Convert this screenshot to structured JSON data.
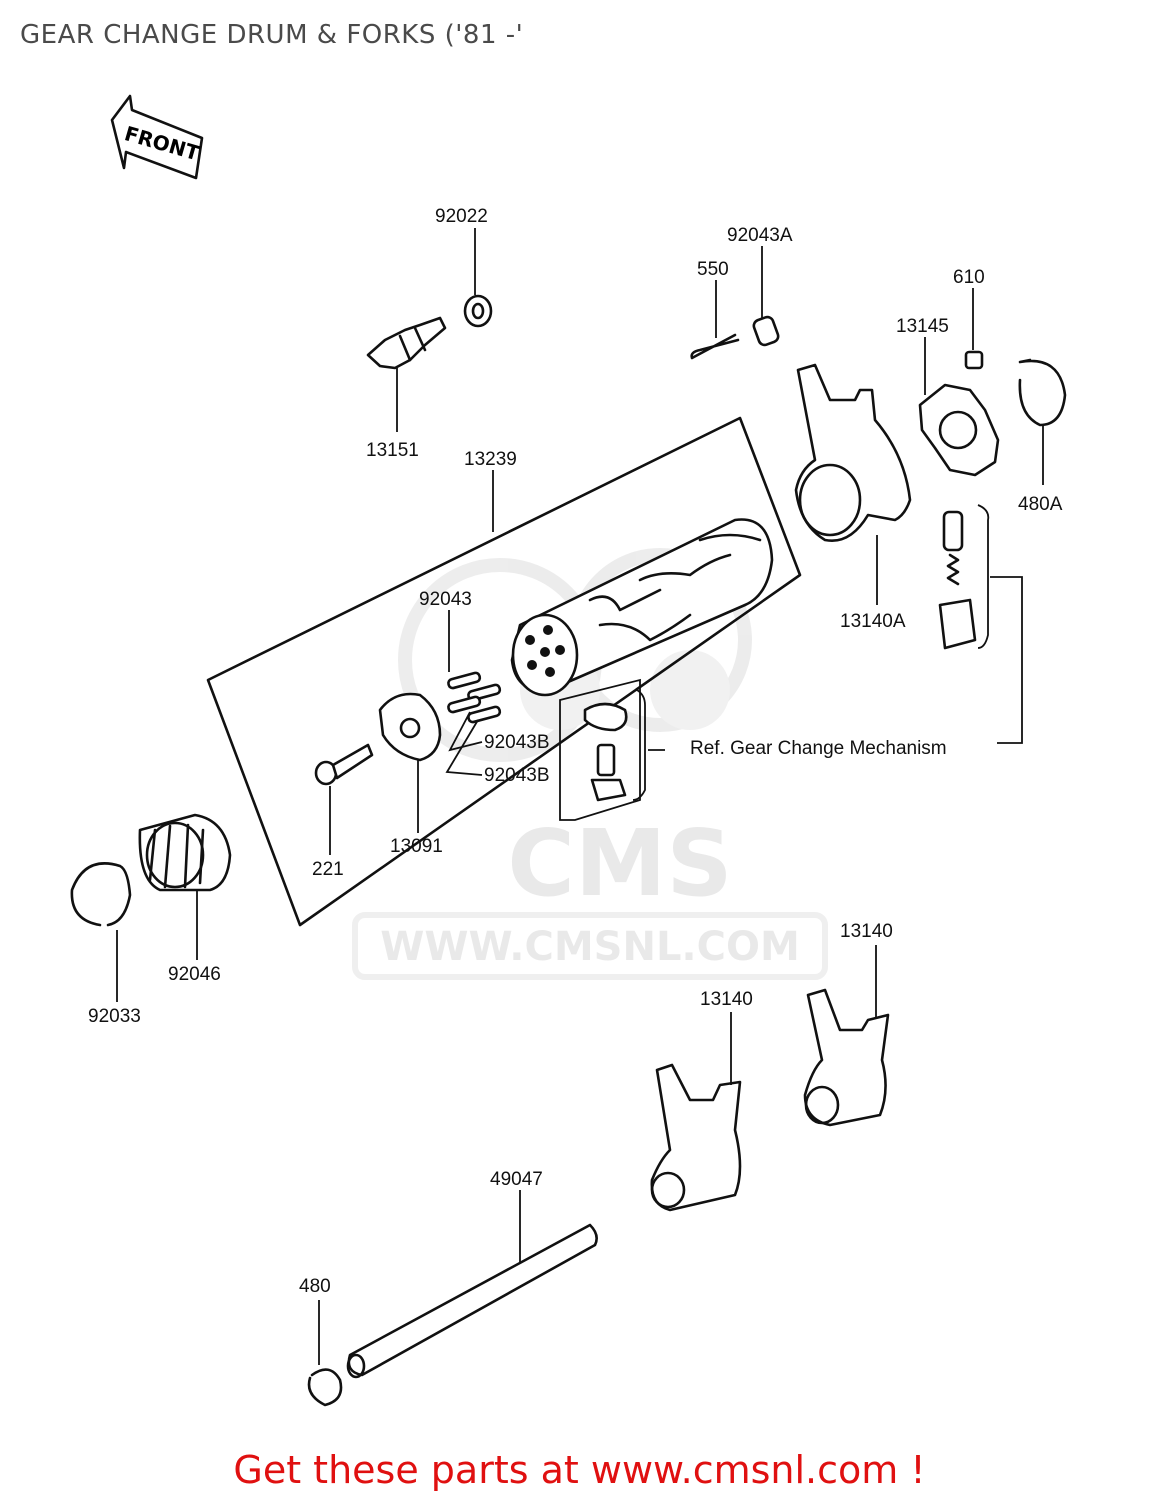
{
  "title": "GEAR CHANGE DRUM & FORKS ('81 -'",
  "front_label": "FRONT",
  "watermark": {
    "logo_text": "CMS",
    "url_text": "WWW.CMSNL.COM"
  },
  "callouts": {
    "p92022": "92022",
    "p13151": "13151",
    "p13239": "13239",
    "p92043A": "92043A",
    "p550": "550",
    "p610": "610",
    "p13145": "13145",
    "p480A": "480A",
    "p13140A": "13140A",
    "p92043": "92043",
    "p92043B_1": "92043B",
    "p92043B_2": "92043B",
    "p221": "221",
    "p13091": "13091",
    "p92046": "92046",
    "p92033": "92033",
    "p13140_1": "13140",
    "p13140_2": "13140",
    "p49047": "49047",
    "p480": "480",
    "ref_note": "Ref.  Gear Change Mechanism"
  },
  "footer_cta": "Get these parts at www.cmsnl.com !"
}
